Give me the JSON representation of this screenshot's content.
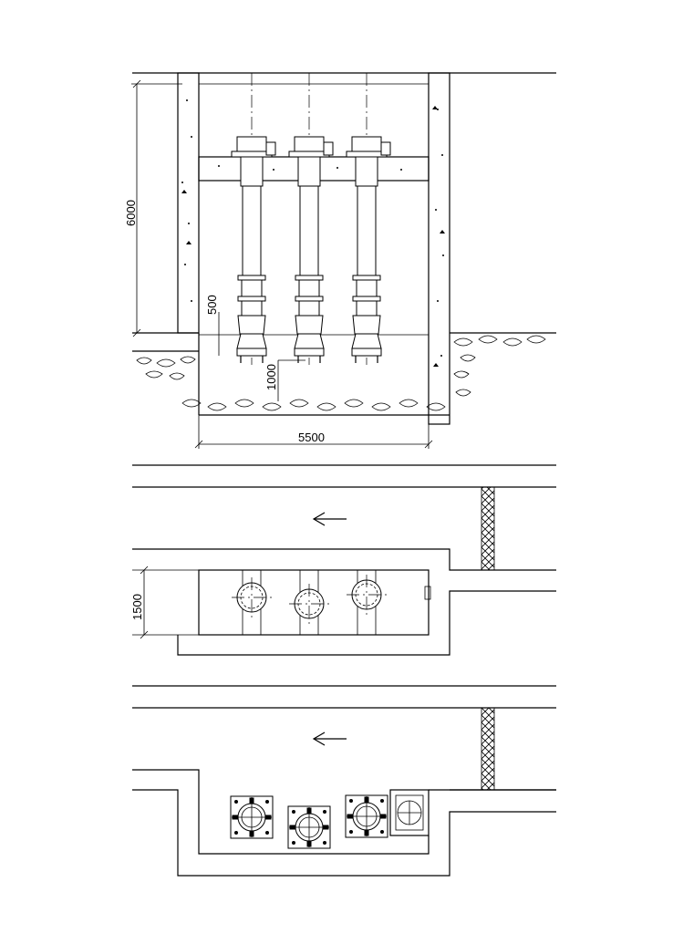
{
  "section": {
    "dim_depth": "6000",
    "dim_offset": "500",
    "dim_bottom": "1000",
    "dim_width": "5500",
    "pump_count": 3
  },
  "plan_upper": {
    "dim_width": "1500",
    "flow_arrow": "arrow-left-icon",
    "pump_count": 3
  },
  "plan_lower": {
    "flow_arrow": "arrow-left-icon",
    "pump_count": 3
  },
  "colors": {
    "line": "#000000",
    "background": "#ffffff"
  }
}
